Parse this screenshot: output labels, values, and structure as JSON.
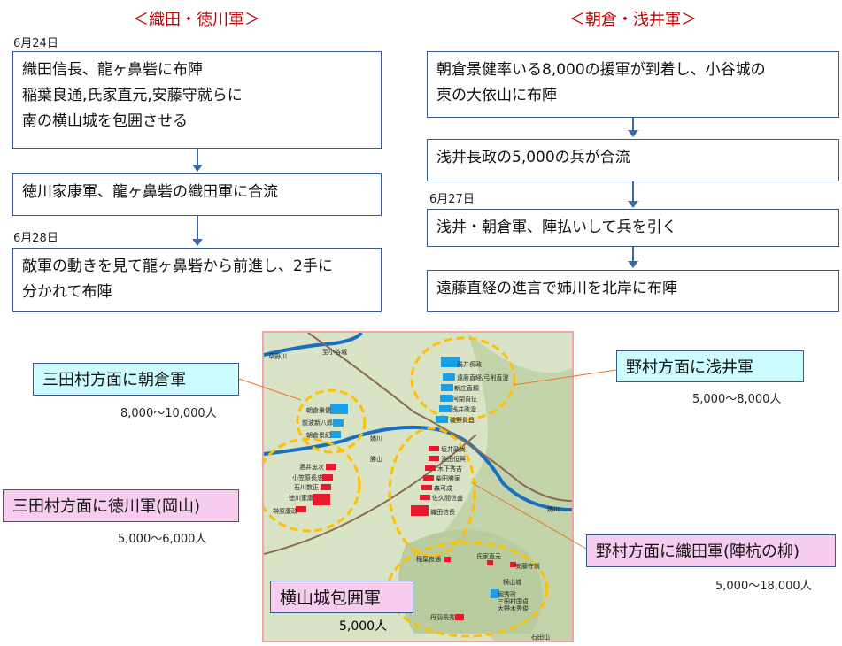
{
  "left": {
    "heading": "＜織田・徳川軍＞",
    "steps": [
      {
        "date": "6月24日",
        "text": [
          "織田信長、龍ヶ鼻砦に布陣",
          "稲葉良通,氏家直元,安藤守就らに",
          "南の横山城を包囲させる"
        ]
      },
      {
        "date": "",
        "text": [
          "徳川家康軍、龍ヶ鼻砦の織田軍に合流"
        ]
      },
      {
        "date": "6月28日",
        "text": [
          "敵軍の動きを見て龍ヶ鼻砦から前進し、2手に",
          "分かれて布陣"
        ]
      }
    ]
  },
  "right": {
    "heading": "＜朝倉・浅井軍＞",
    "steps": [
      {
        "date": "",
        "text": [
          "朝倉景健率いる8,000の援軍が到着し、小谷城の",
          "東の大依山に布陣"
        ]
      },
      {
        "date": "",
        "text": [
          "浅井長政の5,000の兵が合流"
        ]
      },
      {
        "date": "6月27日",
        "text": [
          "浅井・朝倉軍、陣払いして兵を引く"
        ]
      },
      {
        "date": "",
        "text": [
          "遠藤直経の進言で姉川を北岸に布陣"
        ]
      }
    ]
  },
  "callouts": [
    {
      "label": "三田村方面に朝倉軍",
      "count": "8,000〜10,000人"
    },
    {
      "label": "野村方面に浅井軍",
      "count": "5,000〜8,000人"
    },
    {
      "label": "三田村方面に徳川軍(岡山)",
      "count": "5,000〜6,000人"
    },
    {
      "label": "野村方面に織田軍(陣杭の柳)",
      "count": "5,000〜18,000人"
    },
    {
      "label": "横山城包囲軍",
      "count": "5,000人"
    }
  ],
  "map": {
    "places": [
      "草野川",
      "至小谷城",
      "姉川",
      "勝山",
      "姉川",
      "横山城",
      "石田山"
    ],
    "asai": [
      "浅井長政",
      "遠藤直経/弓削直澄",
      "新庄直頼",
      "阿閉貞征",
      "浅井政澄",
      "磯野員昌"
    ],
    "asakura": [
      "朝倉景健",
      "前波新八郎",
      "朝倉景紀"
    ],
    "tokugawa": [
      "酒井忠次",
      "小笠原長忠",
      "石川数正",
      "徳川家康",
      "榊原康政"
    ],
    "oda": [
      "坂井政尚",
      "池田恒興",
      "木下秀吉",
      "柴田勝家",
      "森可成",
      "佐久間信盛",
      "織田信長"
    ],
    "siege": [
      "稲葉良通",
      "氏家直元",
      "安藤守就",
      "丹羽長秀"
    ],
    "castle_guard": [
      "堀秀政",
      "三田村国貞",
      "大野木秀俊"
    ]
  },
  "colors": {
    "heading": "#c00000",
    "blue": "#1aa0e8",
    "red": "#e8192c",
    "ring": "#ffc000"
  }
}
